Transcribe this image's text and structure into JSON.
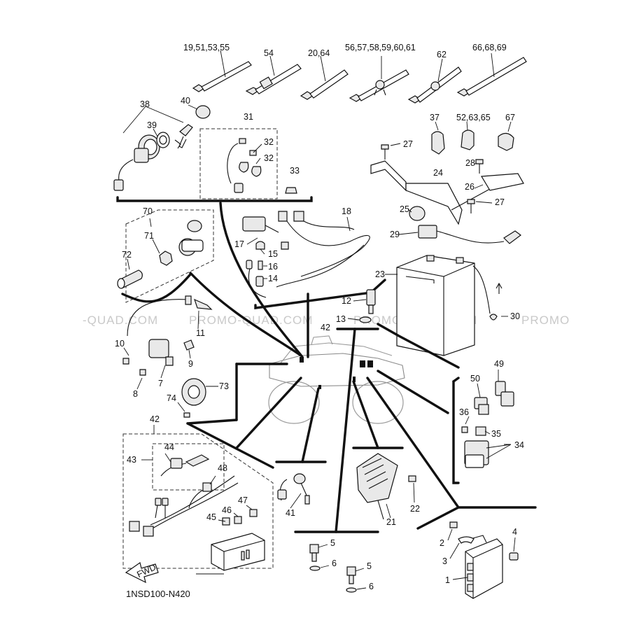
{
  "diagram": {
    "code": "1NSD100-N420",
    "fwd_label": "FWD",
    "watermark": "PROMO-QUAD.COM",
    "callouts": {
      "c_19_51": "19,51,53,55",
      "c_54": "54",
      "c_20_64": "20,64",
      "c_56_61": "56,57,58,59,60,61",
      "c_62": "62",
      "c_66_69": "66,68,69",
      "c_38": "38",
      "c_39": "39",
      "c_40": "40",
      "c_31": "31",
      "c_32a": "32",
      "c_32b": "32",
      "c_33": "33",
      "c_37": "37",
      "c_52_65": "52,63,65",
      "c_67": "67",
      "c_27a": "27",
      "c_24": "24",
      "c_28": "28",
      "c_26": "26",
      "c_27b": "27",
      "c_25": "25",
      "c_29": "29",
      "c_70": "70",
      "c_71": "71",
      "c_72": "72",
      "c_18": "18",
      "c_17": "17",
      "c_15": "15",
      "c_16": "16",
      "c_14": "14",
      "c_23": "23",
      "c_12": "12",
      "c_13": "13",
      "c_30": "30",
      "c_42a": "42",
      "c_11": "11",
      "c_10": "10",
      "c_9": "9",
      "c_7": "7",
      "c_8": "8",
      "c_73": "73",
      "c_74": "74",
      "c_49": "49",
      "c_50": "50",
      "c_36": "36",
      "c_35": "35",
      "c_34": "34",
      "c_42b": "42",
      "c_43": "43",
      "c_44": "44",
      "c_48": "48",
      "c_47": "47",
      "c_46": "46",
      "c_45": "45",
      "c_41": "41",
      "c_21": "21",
      "c_22": "22",
      "c_5a": "5",
      "c_6a": "6",
      "c_5b": "5",
      "c_6b": "6",
      "c_4": "4",
      "c_2": "2",
      "c_3": "3",
      "c_1": "1"
    }
  }
}
